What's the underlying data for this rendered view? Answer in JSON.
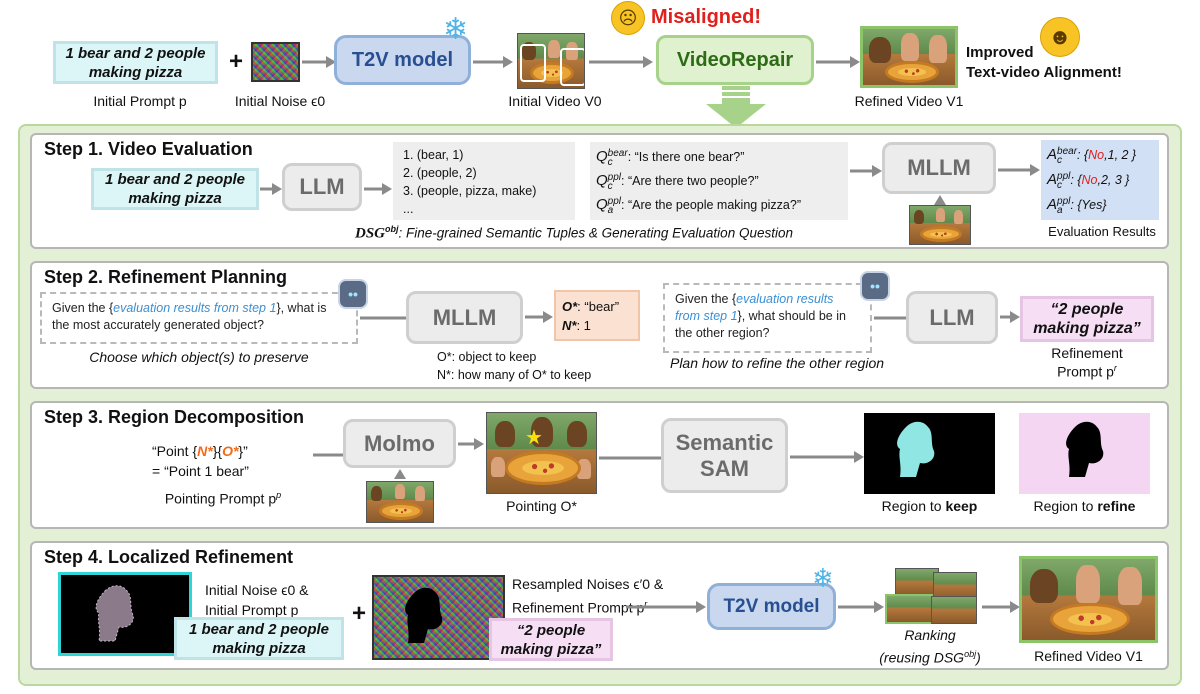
{
  "top": {
    "initial_prompt": "1 bear and 2 people making pizza",
    "initial_prompt_caption": "Initial Prompt p",
    "plus": "+",
    "initial_noise_caption": "Initial Noise ϵ0",
    "t2v_model": "T2V model",
    "initial_video_caption": "Initial Video V0",
    "misaligned": "Misaligned!",
    "videorepair": "VideoRepair",
    "refined_video_caption": "Refined Video V1",
    "improved": "Improved",
    "alignment": "Text-video Alignment!"
  },
  "step1": {
    "title": "Step 1. Video Evaluation",
    "prompt": "1 bear and 2 people making pizza",
    "llm": "LLM",
    "tuples": [
      "1. (bear, 1)",
      "2. (people, 2)",
      "3. (people, pizza, make)",
      "..."
    ],
    "questions": [
      {
        "symbol": "Q",
        "sub": "c",
        "sup": "bear",
        "text": ": “Is there one bear?”"
      },
      {
        "symbol": "Q",
        "sub": "c",
        "sup": "ppl",
        "text": ": “Are there two people?”"
      },
      {
        "symbol": "Q",
        "sub": "a",
        "sup": "ppl",
        "text": ": “Are the people making pizza?”"
      }
    ],
    "mllm": "MLLM",
    "dsg_label": "DSG",
    "dsg_sup": "obj",
    "dsg_caption": ": Fine-grained Semantic Tuples & Generating Evaluation Question",
    "results": [
      {
        "symbol": "A",
        "sub": "c",
        "sup": "bear",
        "open": ": {",
        "no": "No",
        "rest": ",1, 2 }"
      },
      {
        "symbol": "A",
        "sub": "c",
        "sup": "ppl",
        "open": ": {",
        "no": "No",
        "rest": ",2, 3 }"
      },
      {
        "symbol": "A",
        "sub": "a",
        "sup": "ppl",
        "open": ": {Yes}",
        "no": "",
        "rest": ""
      }
    ],
    "results_caption": "Evaluation Results"
  },
  "step2": {
    "title": "Step 2. Refinement Planning",
    "q1_pre": "Given the {",
    "q1_blue": "evaluation results from step 1",
    "q1_post": "}, what is the most accurately generated object?",
    "choose_caption": "Choose which object(s) to preserve",
    "mllm": "MLLM",
    "o_star_label": "O*",
    "o_star_value": ": “bear”",
    "n_star_label": "N*",
    "n_star_value": ": 1",
    "legend_o": "O*: object to keep",
    "legend_n": "N*: how many of O* to keep",
    "q2_pre": "Given the {",
    "q2_blue": "evaluation results from step 1",
    "q2_post": "}, what should be in the other region?",
    "plan_caption": "Plan how to refine the other region",
    "llm": "LLM",
    "refine_prompt": "“2 people making pizza”",
    "refine_caption_1": "Refinement",
    "refine_caption_2": "Prompt p",
    "refine_caption_sup": "r"
  },
  "step3": {
    "title": "Step 3. Region Decomposition",
    "point_line_1_pre": "“Point {",
    "point_n": "N*",
    "point_mid": "}{",
    "point_o": "O*",
    "point_end": "}”",
    "point_line_2": "= “Point 1 bear”",
    "pointing_prompt_caption": "Pointing Prompt p",
    "pointing_prompt_sup": "p",
    "molmo": "Molmo",
    "pointing_caption": "Pointing O*",
    "sam_1": "Semantic",
    "sam_2": "SAM",
    "keep_pre": "Region to ",
    "keep_bold": "keep",
    "refine_pre": "Region to ",
    "refine_bold": "refine"
  },
  "step4": {
    "title": "Step 4. Localized Refinement",
    "noise_caption_1": "Initial Noise ϵ0 &",
    "noise_caption_2": "Initial Prompt p",
    "prompt": "1 bear and 2 people making pizza",
    "plus": "+",
    "resampled_1": "Resampled Noises ϵ′0 &",
    "resampled_2": "Refinement Prompt p",
    "resampled_sup": "r",
    "refine_prompt": "“2 people making pizza”",
    "t2v_model": "T2V model",
    "ranking_1": "Ranking",
    "ranking_2": "(reusing DSG",
    "ranking_sup": "obj",
    "ranking_end": ")",
    "refined_caption": "Refined Video V1"
  },
  "colors": {
    "green_panel": "#e3f0d6",
    "green_border": "#b9d89e",
    "blue_model": "#c9d8ee",
    "cyan_prompt": "#dcf6f7",
    "pink_prompt": "#f6def4",
    "red_no": "#e0201c",
    "blue_text": "#3a8fd4",
    "orange_highlight": "#f26a1b"
  },
  "icons": [
    "snowflake-icon",
    "sad-face-icon",
    "happy-face-icon",
    "robot-icon",
    "star-icon"
  ]
}
